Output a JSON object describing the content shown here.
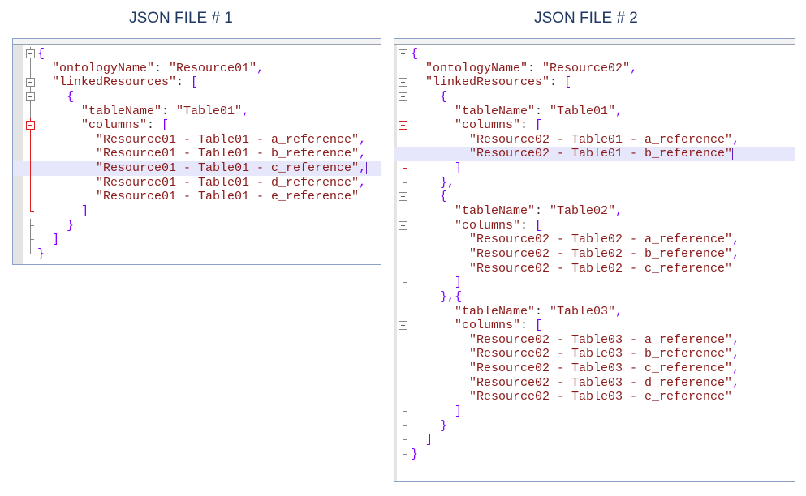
{
  "files": [
    {
      "title": "JSON FILE # 1",
      "highlight_line": 8,
      "lines": [
        {
          "i": 0,
          "t": [
            [
              "p",
              "{"
            ]
          ]
        },
        {
          "i": 1,
          "t": [
            [
              "k",
              "\"ontologyName\""
            ],
            [
              "c",
              ": "
            ],
            [
              "s",
              "\"Resource01\""
            ],
            [
              "p",
              ","
            ]
          ]
        },
        {
          "i": 1,
          "t": [
            [
              "k",
              "\"linkedResources\""
            ],
            [
              "c",
              ": "
            ],
            [
              "p",
              "["
            ]
          ]
        },
        {
          "i": 2,
          "t": [
            [
              "p",
              "{"
            ]
          ]
        },
        {
          "i": 3,
          "t": [
            [
              "k",
              "\"tableName\""
            ],
            [
              "c",
              ": "
            ],
            [
              "s",
              "\"Table01\""
            ],
            [
              "p",
              ","
            ]
          ]
        },
        {
          "i": 3,
          "t": [
            [
              "k",
              "\"columns\""
            ],
            [
              "c",
              ": "
            ],
            [
              "p",
              "["
            ]
          ]
        },
        {
          "i": 4,
          "t": [
            [
              "s",
              "\"Resource01 - Table01 - a_reference\""
            ],
            [
              "p",
              ","
            ]
          ]
        },
        {
          "i": 4,
          "t": [
            [
              "s",
              "\"Resource01 - Table01 - b_reference\""
            ],
            [
              "p",
              ","
            ]
          ]
        },
        {
          "i": 4,
          "t": [
            [
              "s",
              "\"Resource01 - Table01 - c_reference\""
            ],
            [
              "p",
              ","
            ]
          ]
        },
        {
          "i": 4,
          "t": [
            [
              "s",
              "\"Resource01 - Table01 - d_reference\""
            ],
            [
              "p",
              ","
            ]
          ]
        },
        {
          "i": 4,
          "t": [
            [
              "s",
              "\"Resource01 - Table01 - e_reference\""
            ]
          ]
        },
        {
          "i": 3,
          "t": [
            [
              "p",
              "]"
            ]
          ]
        },
        {
          "i": 2,
          "t": [
            [
              "p",
              "}"
            ]
          ]
        },
        {
          "i": 1,
          "t": [
            [
              "p",
              "]"
            ]
          ]
        },
        {
          "i": 0,
          "t": [
            [
              "p",
              "}"
            ]
          ]
        }
      ]
    },
    {
      "title": "JSON FILE # 2",
      "highlight_line": 7,
      "lines": [
        {
          "i": 0,
          "t": [
            [
              "p",
              "{"
            ]
          ]
        },
        {
          "i": 1,
          "t": [
            [
              "k",
              "\"ontologyName\""
            ],
            [
              "c",
              ": "
            ],
            [
              "s",
              "\"Resource02\""
            ],
            [
              "p",
              ","
            ]
          ]
        },
        {
          "i": 1,
          "t": [
            [
              "k",
              "\"linkedResources\""
            ],
            [
              "c",
              ": "
            ],
            [
              "p",
              "["
            ]
          ]
        },
        {
          "i": 2,
          "t": [
            [
              "p",
              "{"
            ]
          ]
        },
        {
          "i": 3,
          "t": [
            [
              "k",
              "\"tableName\""
            ],
            [
              "c",
              ": "
            ],
            [
              "s",
              "\"Table01\""
            ],
            [
              "p",
              ","
            ]
          ]
        },
        {
          "i": 3,
          "t": [
            [
              "k",
              "\"columns\""
            ],
            [
              "c",
              ": "
            ],
            [
              "p",
              "["
            ]
          ]
        },
        {
          "i": 4,
          "t": [
            [
              "s",
              "\"Resource02 - Table01 - a_reference\""
            ],
            [
              "p",
              ","
            ]
          ]
        },
        {
          "i": 4,
          "t": [
            [
              "s",
              "\"Resource02 - Table01 - b_reference\""
            ]
          ]
        },
        {
          "i": 3,
          "t": [
            [
              "p",
              "]"
            ]
          ]
        },
        {
          "i": 2,
          "t": [
            [
              "p",
              "},"
            ]
          ]
        },
        {
          "i": 2,
          "t": [
            [
              "p",
              "{"
            ]
          ]
        },
        {
          "i": 3,
          "t": [
            [
              "k",
              "\"tableName\""
            ],
            [
              "c",
              ": "
            ],
            [
              "s",
              "\"Table02\""
            ],
            [
              "p",
              ","
            ]
          ]
        },
        {
          "i": 3,
          "t": [
            [
              "k",
              "\"columns\""
            ],
            [
              "c",
              ": "
            ],
            [
              "p",
              "["
            ]
          ]
        },
        {
          "i": 4,
          "t": [
            [
              "s",
              "\"Resource02 - Table02 - a_reference\""
            ],
            [
              "p",
              ","
            ]
          ]
        },
        {
          "i": 4,
          "t": [
            [
              "s",
              "\"Resource02 - Table02 - b_reference\""
            ],
            [
              "p",
              ","
            ]
          ]
        },
        {
          "i": 4,
          "t": [
            [
              "s",
              "\"Resource02 - Table02 - c_reference\""
            ]
          ]
        },
        {
          "i": 3,
          "t": [
            [
              "p",
              "]"
            ]
          ]
        },
        {
          "i": 2,
          "t": [
            [
              "p",
              "},{"
            ]
          ]
        },
        {
          "i": 3,
          "t": [
            [
              "k",
              "\"tableName\""
            ],
            [
              "c",
              ": "
            ],
            [
              "s",
              "\"Table03\""
            ],
            [
              "p",
              ","
            ]
          ]
        },
        {
          "i": 3,
          "t": [
            [
              "k",
              "\"columns\""
            ],
            [
              "c",
              ": "
            ],
            [
              "p",
              "["
            ]
          ]
        },
        {
          "i": 4,
          "t": [
            [
              "s",
              "\"Resource02 - Table03 - a_reference\""
            ],
            [
              "p",
              ","
            ]
          ]
        },
        {
          "i": 4,
          "t": [
            [
              "s",
              "\"Resource02 - Table03 - b_reference\""
            ],
            [
              "p",
              ","
            ]
          ]
        },
        {
          "i": 4,
          "t": [
            [
              "s",
              "\"Resource02 - Table03 - c_reference\""
            ],
            [
              "p",
              ","
            ]
          ]
        },
        {
          "i": 4,
          "t": [
            [
              "s",
              "\"Resource02 - Table03 - d_reference\""
            ],
            [
              "p",
              ","
            ]
          ]
        },
        {
          "i": 4,
          "t": [
            [
              "s",
              "\"Resource02 - Table03 - e_reference\""
            ]
          ]
        },
        {
          "i": 3,
          "t": [
            [
              "p",
              "]"
            ]
          ]
        },
        {
          "i": 2,
          "t": [
            [
              "p",
              "}"
            ]
          ]
        },
        {
          "i": 1,
          "t": [
            [
              "p",
              "]"
            ]
          ]
        },
        {
          "i": 0,
          "t": [
            [
              "p",
              "}"
            ]
          ]
        }
      ]
    }
  ]
}
